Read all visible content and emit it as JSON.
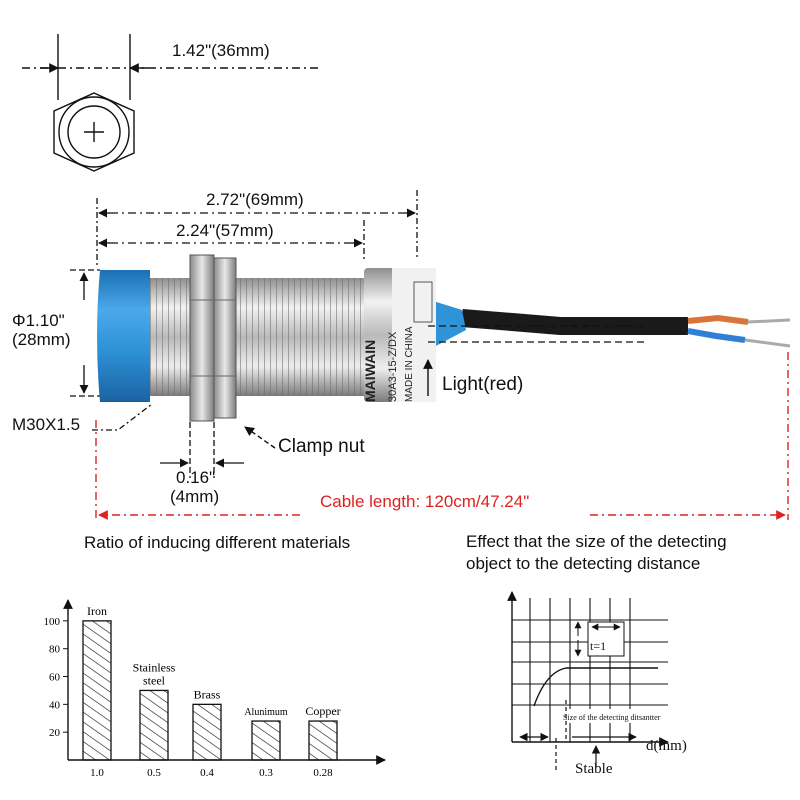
{
  "sensor_diagram": {
    "top_width": "1.42\"(36mm)",
    "total_length": "2.72\"(69mm)",
    "thread_length": "2.24\"(57mm)",
    "diameter_in": "Φ1.10\"",
    "diameter_mm": "(28mm)",
    "thread_spec": "M30X1.5",
    "light_label": "Light(red)",
    "nut_label": "Clamp nut",
    "nut_thickness_in": "0.16\"",
    "nut_thickness_mm": "(4mm)",
    "cable_length": "Cable length: 120cm/47.24\"",
    "body_marking_brand": "MAIWAIN",
    "body_marking_model": "30A3-15-Z/DX",
    "body_marking_origin": "MADE IN CHINA",
    "colors": {
      "body_blue": "#2f93d8",
      "cable_red": "#dd2222",
      "metal": "#c9c9c9"
    }
  },
  "ratio_chart": {
    "heading": "Ratio of inducing different materials",
    "chart_data": {
      "type": "bar",
      "categories": [
        "Iron",
        "Stainless steel",
        "Brass",
        "Alunimum",
        "Copper"
      ],
      "category_labels": [
        [
          "Iron"
        ],
        [
          "Stainless",
          "steel"
        ],
        [
          "Brass"
        ],
        [
          "Alunimum"
        ],
        [
          "Copper"
        ]
      ],
      "x_tick_labels": [
        "1.0",
        "0.5",
        "0.4",
        "0.3",
        "0.28"
      ],
      "values": [
        100,
        50,
        40,
        28,
        28
      ],
      "y_ticks": [
        "20",
        "40",
        "60",
        "80",
        "100"
      ],
      "ylim": [
        0,
        115
      ]
    }
  },
  "distance_chart": {
    "heading_line1": "Effect that the size of the detecting",
    "heading_line2": "object to the detecting distance",
    "x_axis_label": "d(mm)",
    "stable_label": "Stable",
    "t_label": "t=1",
    "inner_caption": "Size of the detecting ditsantter"
  }
}
